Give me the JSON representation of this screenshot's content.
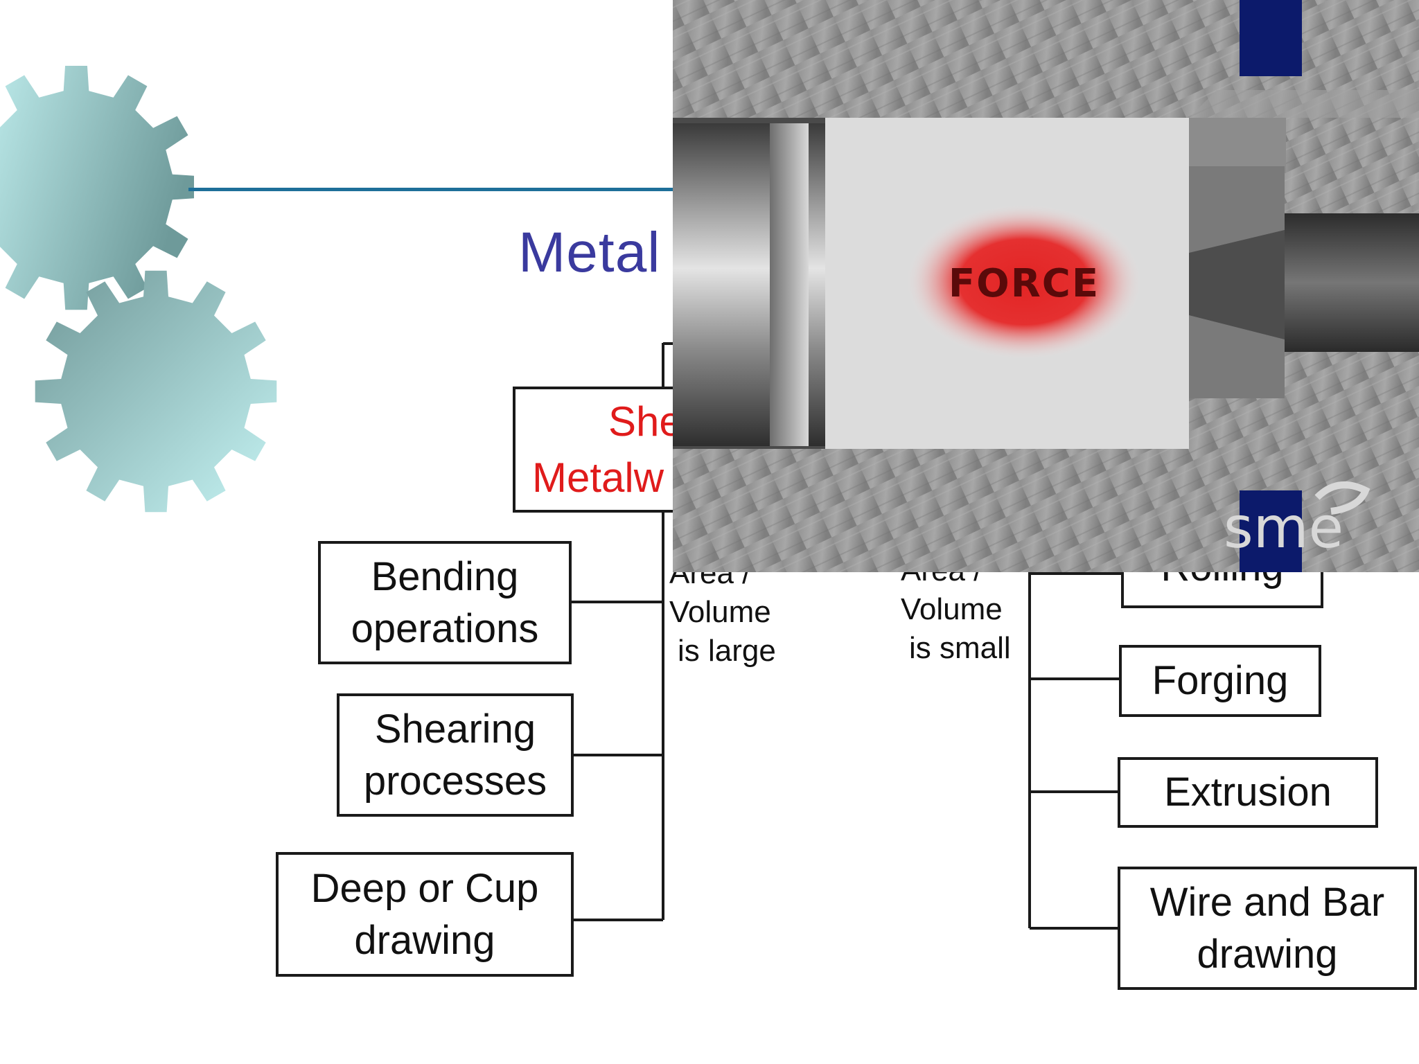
{
  "slide": {
    "title_visible": "Metal",
    "colors": {
      "title": "#3a3a9e",
      "accent_line": "#1e6f99",
      "highlight": "#e01b1b",
      "force_glow": "#e22424"
    },
    "icons": [
      "gear-icon",
      "gear-icon"
    ]
  },
  "diagram": {
    "sheet_box": {
      "line1": "She",
      "line2": "Metalw"
    },
    "left_branch_note": {
      "line1": "Area /",
      "line2": "Volume",
      "line3": "is large"
    },
    "right_branch_note": {
      "line1": "Area /",
      "line2": "Volume",
      "line3": "is small"
    },
    "sheet_processes": [
      {
        "line1": "Bending",
        "line2": "operations"
      },
      {
        "line1": "Shearing",
        "line2": "processes"
      },
      {
        "line1": "Deep or Cup",
        "line2": "drawing"
      }
    ],
    "bulk_processes": [
      {
        "line1": "Rolling"
      },
      {
        "line1": "Forging"
      },
      {
        "line1": "Extrusion"
      },
      {
        "line1": "Wire and Bar",
        "line2": "drawing"
      }
    ]
  },
  "photo": {
    "force_label": "FORCE",
    "logo_text": "sme"
  }
}
